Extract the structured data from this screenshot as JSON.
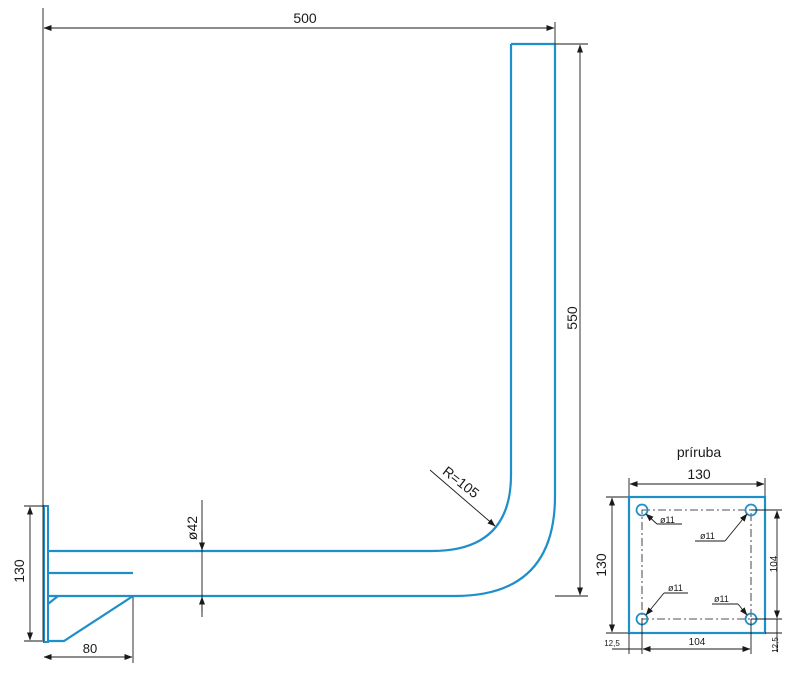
{
  "main_view": {
    "width_dim": "500",
    "height_dim": "550",
    "radius_label": "R=105",
    "diameter_label": "ø42",
    "base_height_dim": "130",
    "gusset_dim": "80"
  },
  "flange_view": {
    "title": "príruba",
    "width_dim": "130",
    "height_dim": "130",
    "hole_spacing_h": "104",
    "hole_spacing_v": "104",
    "edge_offset_h": "12,5",
    "edge_offset_v": "12,5",
    "hole_label": "ø11"
  },
  "colors": {
    "pipe": "#1f8fc9",
    "lines": "#1a1a1a"
  }
}
